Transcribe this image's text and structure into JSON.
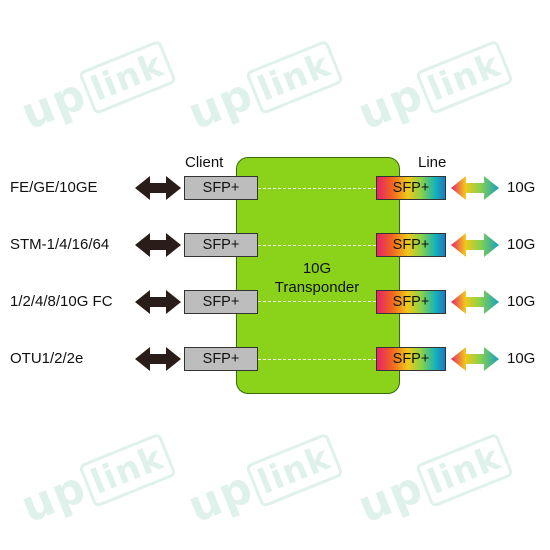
{
  "watermark": {
    "text_up": "up",
    "text_link": "link"
  },
  "header": {
    "client_label": "Client",
    "line_label": "Line"
  },
  "device": {
    "title_line1": "10G",
    "title_line2": "Transponder"
  },
  "rows": [
    {
      "client": "FE/GE/10GE",
      "client_sfp": "SFP+",
      "line_sfp": "SFP+",
      "rate": "10G"
    },
    {
      "client": "STM-1/4/16/64",
      "client_sfp": "SFP+",
      "line_sfp": "SFP+",
      "rate": "10G"
    },
    {
      "client": "1/2/4/8/10G FC",
      "client_sfp": "SFP+",
      "line_sfp": "SFP+",
      "rate": "10G"
    },
    {
      "client": "OTU1/2/2e",
      "client_sfp": "SFP+",
      "line_sfp": "SFP+",
      "rate": "10G"
    }
  ],
  "colors": {
    "panel": "#8bd21a",
    "client_sfp": "#bdbdbd",
    "client_arrow": "#2a1c18",
    "watermark": "#c6e6dc"
  }
}
